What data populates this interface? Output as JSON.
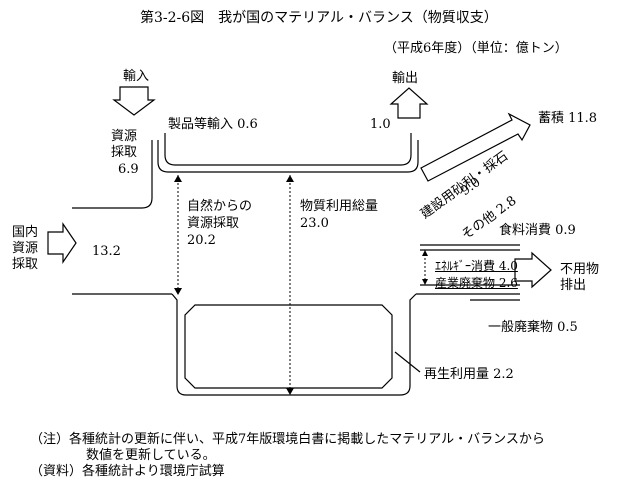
{
  "title": "第3-2-6図　我が国のマテリアル・バランス（物質収支）",
  "subtitle": "（平成6年度）（単位：億トン）",
  "labels": {
    "import": "輸入",
    "export": "輸出",
    "resource_extraction_line1": "資源",
    "resource_extraction_line2": "採取",
    "resource_extraction_value": "6.9",
    "product_import": "製品等輸入 0.6",
    "export_value": "1.0",
    "accumulation": "蓄積 11.8",
    "construction_gravel": "建設用砂利・採石",
    "construction_gravel_value": "9.0",
    "other": "その他 2.8",
    "natural_extraction_line1": "自然からの",
    "natural_extraction_line2": "資源採取",
    "natural_extraction_value": "20.2",
    "total_material_use_line1": "物質利用総量",
    "total_material_use_value": "23.0",
    "food_consumption": "食料消費 0.9",
    "domestic_line1": "国内",
    "domestic_line2": "資源",
    "domestic_line3": "採取",
    "domestic_value": "13.2",
    "energy_consumption": "ｴﾈﾙｷﾞｰ消費 4.0",
    "industrial_waste": "産業廃棄物 2.6",
    "unused_line1": "不用物",
    "unused_line2": "排出",
    "general_waste": "一般廃棄物 0.5",
    "recycling": "再生利用量 2.2"
  },
  "notes": {
    "note_line1": "（注）各種統計の更新に伴い、平成7年版環境白書に掲載したマテリアル・バランスから",
    "note_line2": "数値を更新している。",
    "source": "（資料）各種統計より環境庁試算"
  }
}
